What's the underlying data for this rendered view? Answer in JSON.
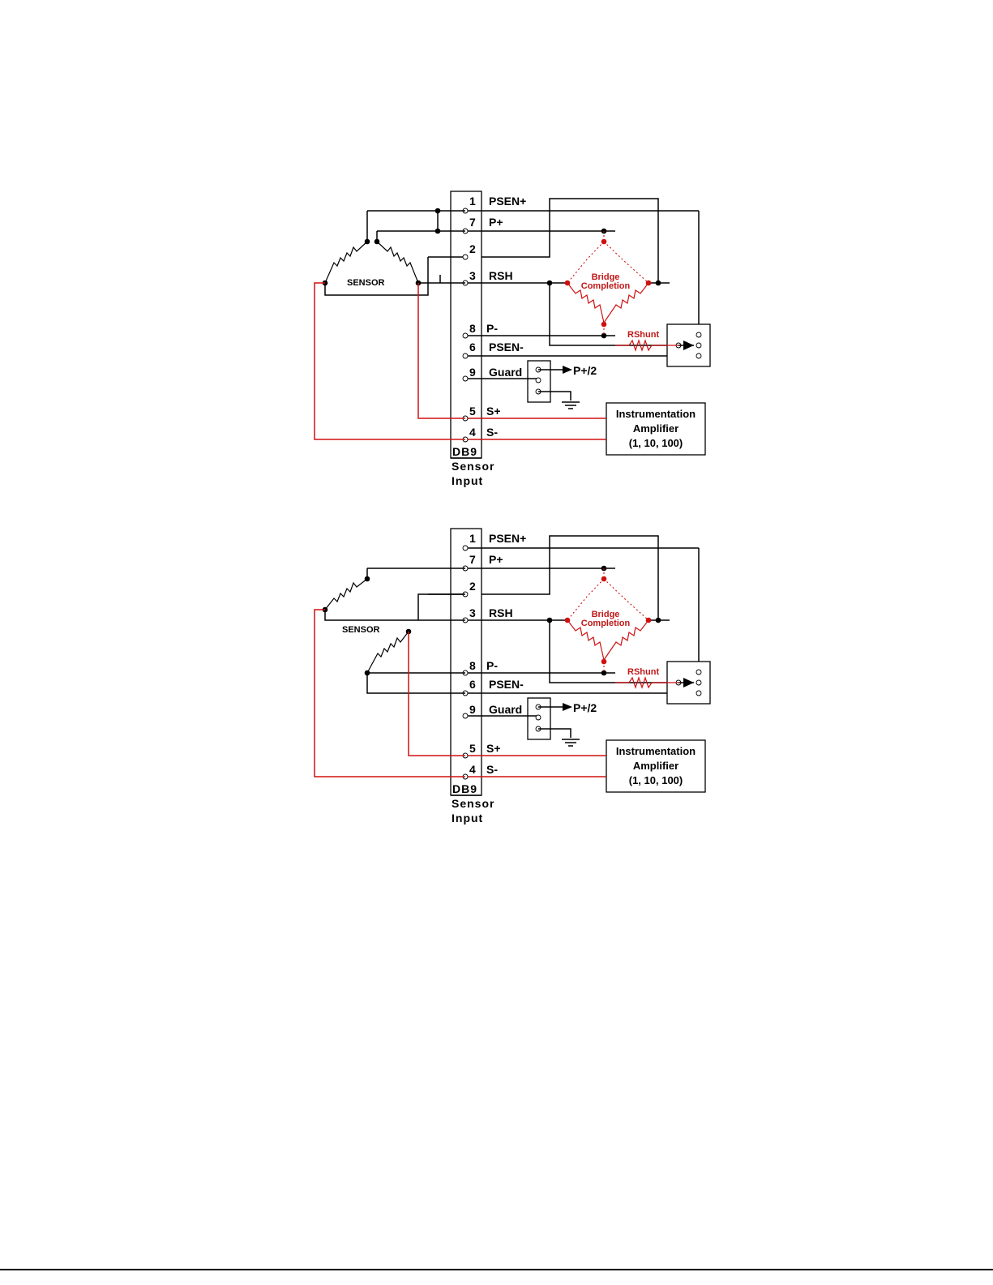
{
  "pins": [
    {
      "num": "1",
      "label": "PSEN+"
    },
    {
      "num": "7",
      "label": "P+"
    },
    {
      "num": "2",
      "label": ""
    },
    {
      "num": "3",
      "label": "RSH"
    },
    {
      "num": "8",
      "label": "P-"
    },
    {
      "num": "6",
      "label": "PSEN-"
    },
    {
      "num": "9",
      "label": "Guard"
    },
    {
      "num": "5",
      "label": "S+"
    },
    {
      "num": "4",
      "label": "S-"
    }
  ],
  "sensor_label": "SENSOR",
  "bridge_line1": "Bridge",
  "bridge_line2": "Completion",
  "rshunt": "RShunt",
  "guard_out": "P+/2",
  "amp_line1": "Instrumentation",
  "amp_line2": "Amplifier",
  "amp_line3": "(1, 10, 100)",
  "connector": "DB9",
  "caption_line1": "Sensor",
  "caption_line2": "Input",
  "colors": {
    "wire": "#000000",
    "signal": "#d01010"
  }
}
